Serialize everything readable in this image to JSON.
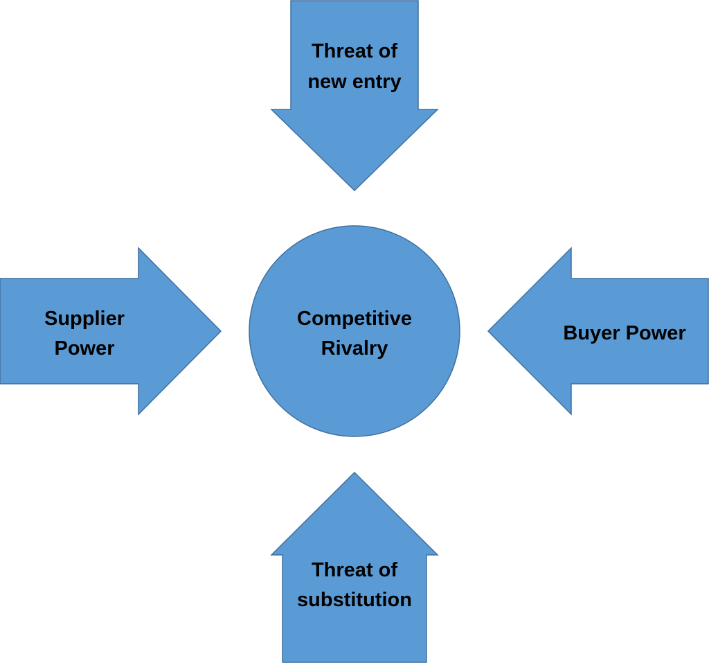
{
  "colors": {
    "shape_fill": "#5b9bd5",
    "shape_stroke": "#3f6f9f",
    "text": "#000000",
    "background": "#ffffff"
  },
  "center": {
    "shape": "circle",
    "line1": "Competitive",
    "line2": "Rivalry"
  },
  "forces": {
    "top": {
      "direction": "down",
      "line1": "Threat of",
      "line2": "new entry"
    },
    "left": {
      "direction": "right",
      "line1": "Supplier",
      "line2": "Power"
    },
    "right": {
      "direction": "left",
      "line1": "Buyer Power"
    },
    "bottom": {
      "direction": "up",
      "line1": "Threat of",
      "line2": "substitution"
    }
  }
}
